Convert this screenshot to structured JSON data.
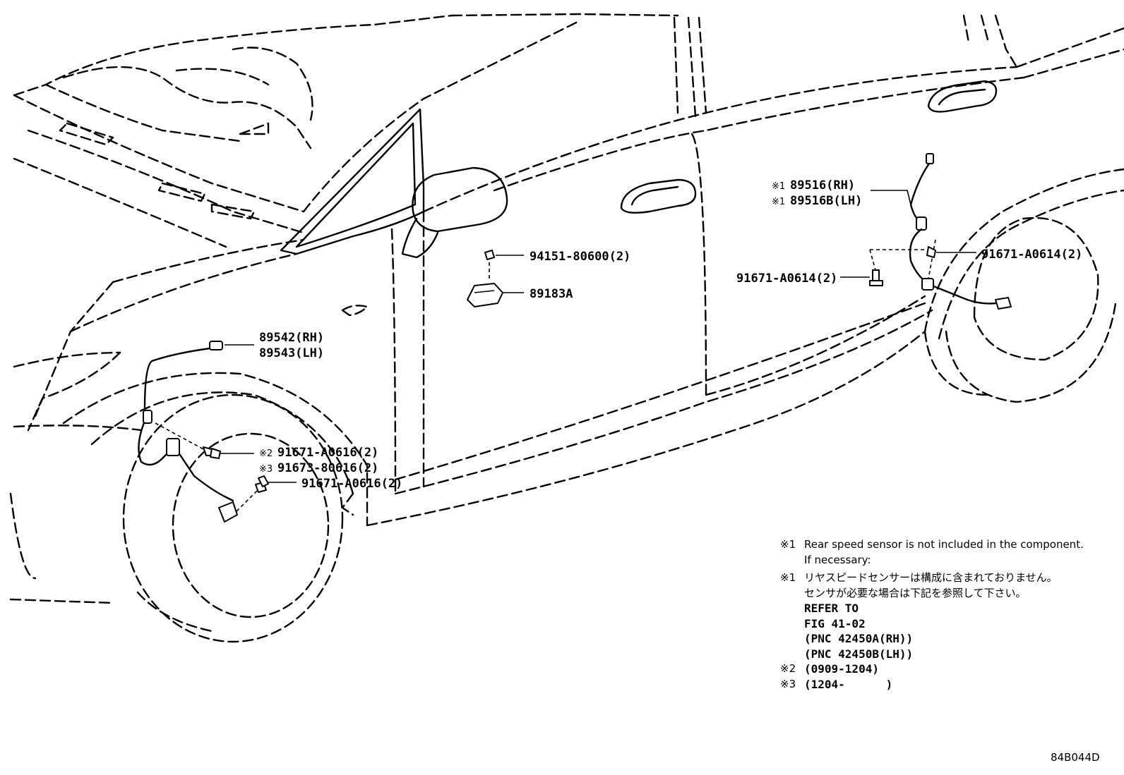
{
  "callouts": {
    "front_sensor_rh": "89542(RH)",
    "front_sensor_lh": "89543(LH)",
    "front_bolt_a": "91671-A0616(2)",
    "front_bolt_a_mark": "※2",
    "front_bolt_b": "91673-80616(2)",
    "front_bolt_b_mark": "※3",
    "front_bolt_c": "91671-A0616(2)",
    "nut": "94151-80600(2)",
    "sensor_bracket": "89183A",
    "rear_sensor_rh": "89516(RH)",
    "rear_sensor_rh_mark": "※1",
    "rear_sensor_lh": "89516B(LH)",
    "rear_sensor_lh_mark": "※1",
    "rear_bolt_left": "91671-A0614(2)",
    "rear_bolt_right": "91671-A0614(2)"
  },
  "notes": {
    "note1_mark": "※1",
    "note1_line1": "Rear speed sensor is not included in the component.",
    "note1_line2": "If necessary:",
    "note1jp_mark": "※1",
    "note1jp_line1": "リヤスピードセンサーは構成に含まれておりません。",
    "note1jp_line2": "センサが必要な場合は下記を参照して下さい。",
    "refer_line1": "REFER TO",
    "refer_line2": "FIG 41-02",
    "refer_line3": "(PNC 42450A(RH))",
    "refer_line4": "(PNC 42450B(LH))",
    "note2_mark": "※2",
    "note2_text": "(0909-1204)",
    "note3_mark": "※3",
    "note3_text": "(1204-      )"
  },
  "figure_code": "84B044D"
}
